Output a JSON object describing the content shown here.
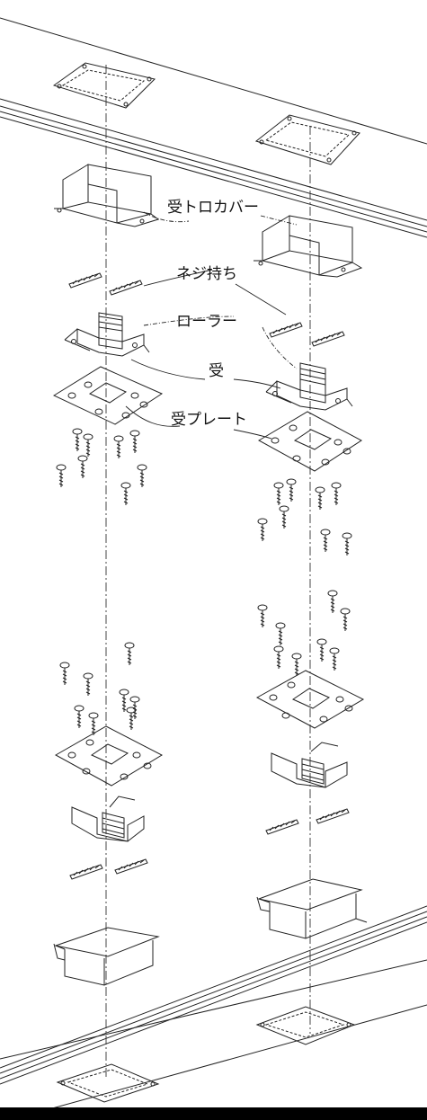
{
  "labels": {
    "roller_cover": "受トロカバー",
    "screw_holder": "ネジ持ち",
    "roller": "ローラー",
    "receiver": "受",
    "receiver_plate": "受プレート"
  },
  "colors": {
    "line": "#222222",
    "background": "#ffffff",
    "bar": "#000000"
  }
}
